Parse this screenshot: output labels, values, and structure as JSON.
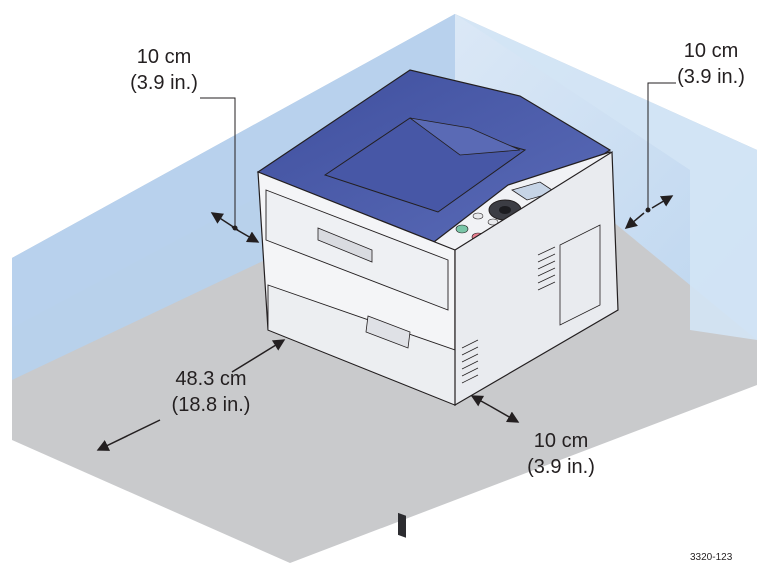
{
  "clearances": {
    "left": {
      "metric": "10 cm",
      "imperial": "(3.9 in.)"
    },
    "right": {
      "metric": "10 cm",
      "imperial": "(3.9 in.)"
    },
    "front": {
      "metric": "10 cm",
      "imperial": "(3.9 in.)"
    },
    "length": {
      "metric": "48.3 cm",
      "imperial": "(18.8 in.)"
    }
  },
  "figure_id": "3320-123",
  "colors": {
    "wall": "#b9d4ee",
    "wall_light": "#d6e6f6",
    "floor": "#c9cacc",
    "printer_top": "#4a5aa8",
    "printer_body": "#f4f5f7",
    "outline": "#231f20"
  }
}
